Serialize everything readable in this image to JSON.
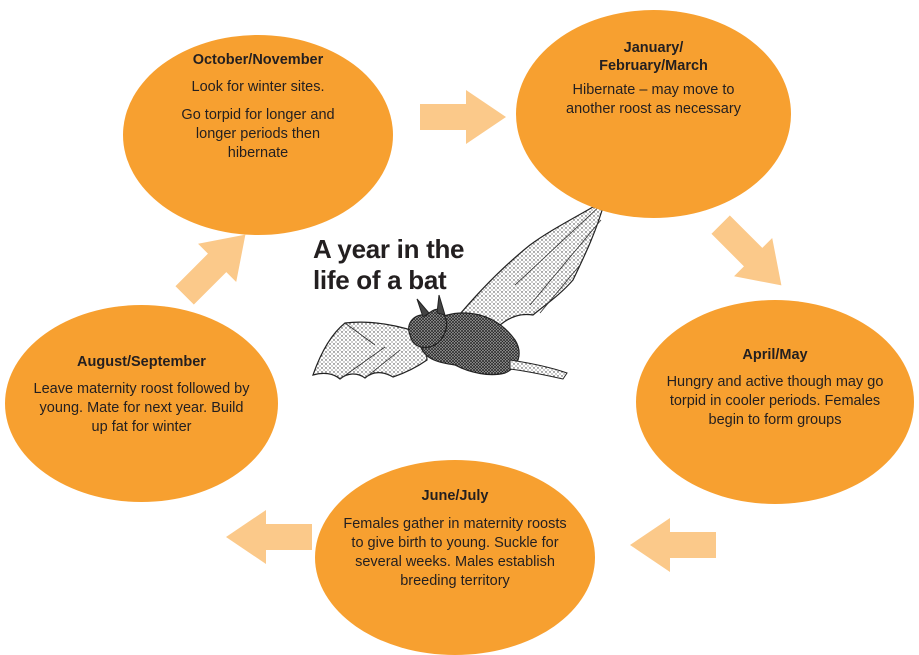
{
  "diagram": {
    "title_lines": [
      "A year in the",
      "life of a bat"
    ],
    "colors": {
      "ellipse": "#f7a030",
      "arrow": "#fbc98a",
      "text": "#231f20"
    },
    "stages": {
      "oct_nov": {
        "title": "October/November",
        "body": [
          "Look for winter sites.",
          "Go torpid for longer and longer periods then hibernate"
        ]
      },
      "jan_mar": {
        "title_lines": [
          "January/",
          "February/March"
        ],
        "body": [
          "Hibernate – may move to another roost as necessary"
        ]
      },
      "apr_may": {
        "title": "April/May",
        "body": [
          "Hungry and active though may go torpid in cooler periods.  Females begin to form groups"
        ]
      },
      "jun_jul": {
        "title": "June/July",
        "body": [
          "Females gather in maternity roosts to give birth to young.  Suckle for several weeks.  Males establish breeding territory"
        ]
      },
      "aug_sep": {
        "title": "August/September",
        "body": [
          "Leave maternity roost followed by young.  Mate for next year.  Build up fat for winter"
        ]
      }
    }
  }
}
